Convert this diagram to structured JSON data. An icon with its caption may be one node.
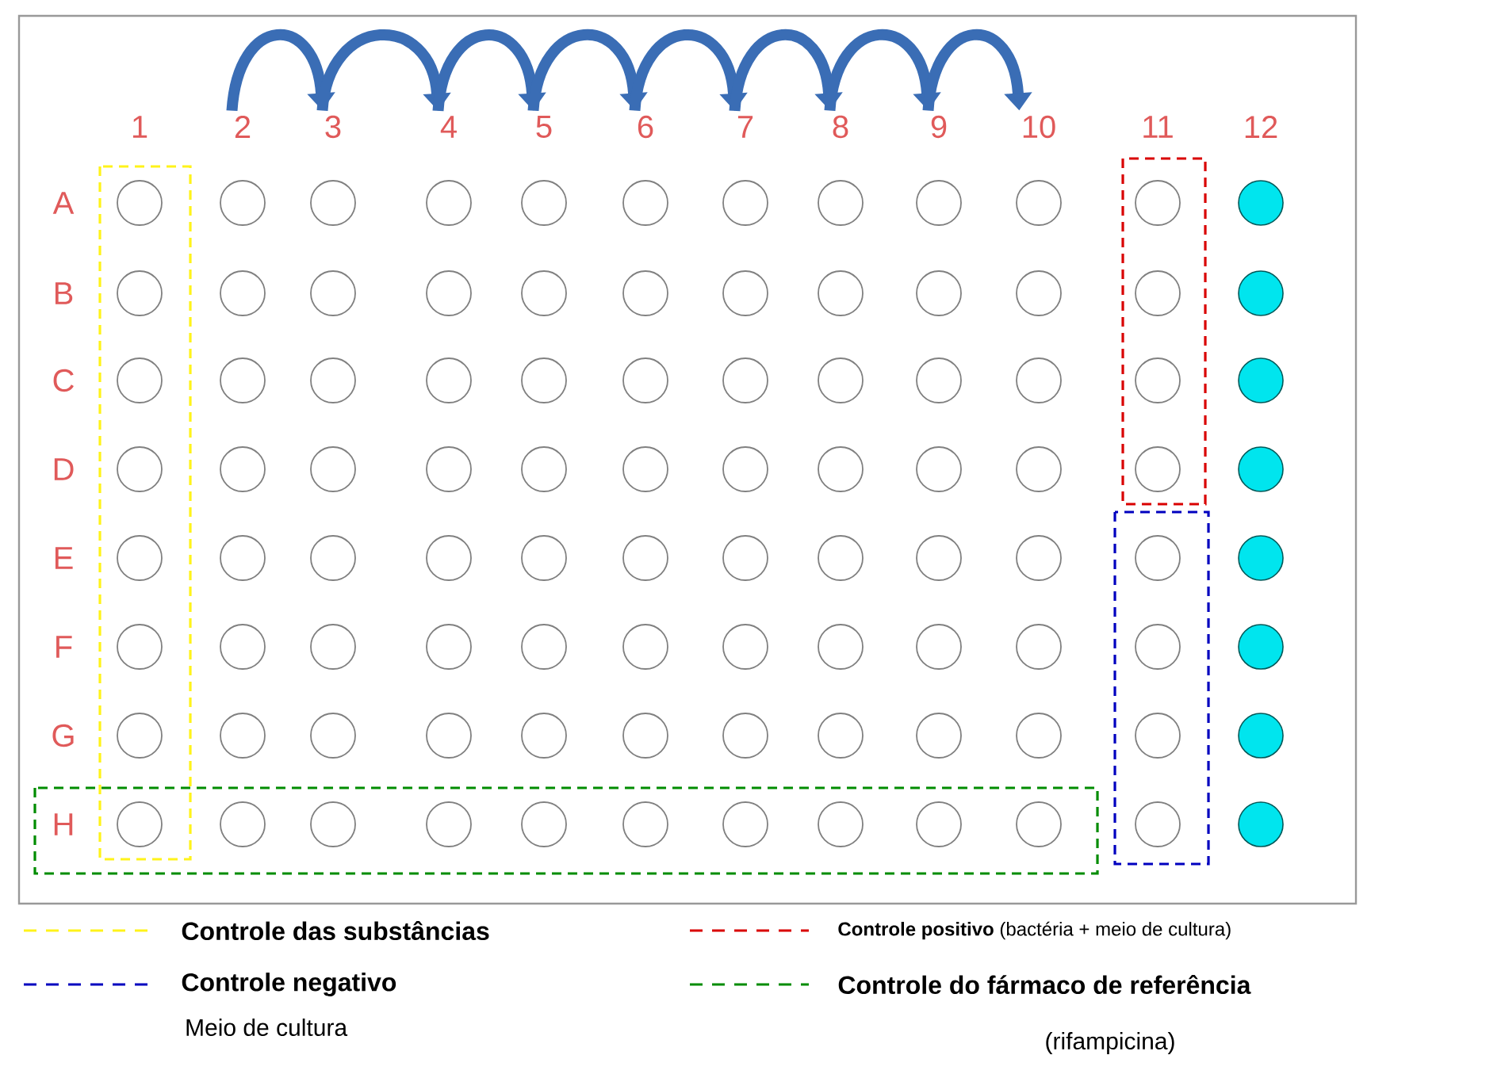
{
  "diagram": {
    "nodes": [
      {
        "text": [
          "1"
        ]
      },
      {
        "text": [
          "2"
        ]
      },
      {
        "text": [
          "3"
        ]
      },
      {
        "text": [
          "4"
        ]
      },
      {
        "text": [
          "5"
        ]
      },
      {
        "text": [
          "6"
        ]
      },
      {
        "text": [
          "7"
        ]
      },
      {
        "text": [
          "8"
        ]
      },
      {
        "text": [
          "9"
        ]
      },
      {
        "text": [
          "10"
        ]
      },
      {
        "text": [
          "11"
        ]
      },
      {
        "text": [
          "12"
        ]
      }
    ],
    "edges": [
      {
        "from": 1,
        "to": 2,
        "arrow": "to"
      },
      {
        "from": 2,
        "to": 3,
        "arrow": "to"
      },
      {
        "from": 3,
        "to": 4,
        "arrow": "to"
      },
      {
        "from": 4,
        "to": 5,
        "arrow": "to"
      },
      {
        "from": 5,
        "to": 6,
        "arrow": "to"
      },
      {
        "from": 6,
        "to": 7,
        "arrow": "to"
      },
      {
        "from": 7,
        "to": 8,
        "arrow": "to"
      },
      {
        "from": 8,
        "to": 9,
        "arrow": "to"
      }
    ],
    "labels": [
      "A",
      "B",
      "C",
      "D",
      "E",
      "F",
      "G",
      "H",
      "Meio de cultura",
      "(rifampicina)"
    ],
    "legend": [
      {
        "text": "Controle das substâncias"
      },
      {
        "text": "**Controle positivo** (bactéria + meio de cultura)"
      },
      {
        "text": "Controle negativo"
      },
      {
        "text": "Controle do fármaco de referência"
      }
    ]
  }
}
